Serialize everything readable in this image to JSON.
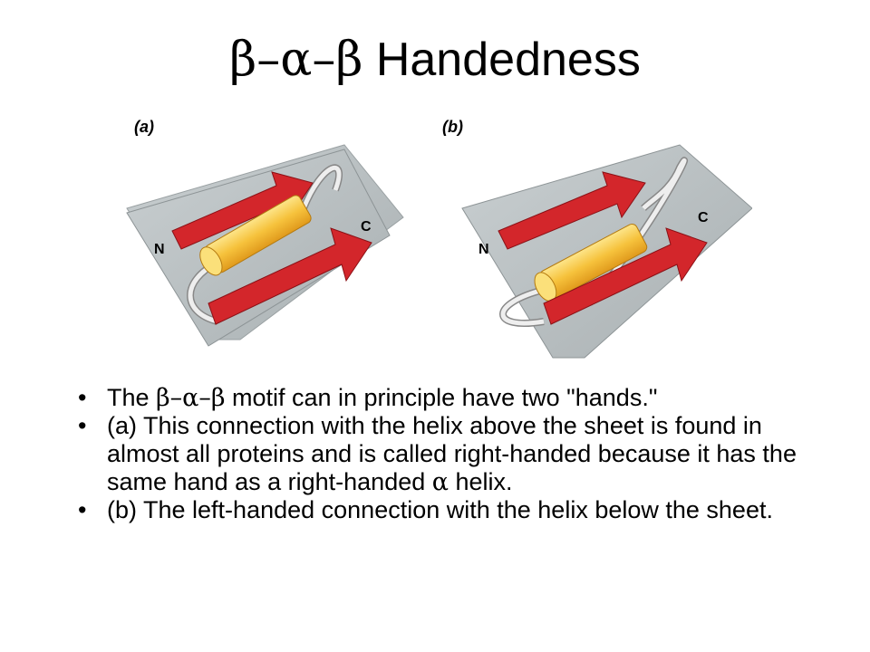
{
  "title": {
    "greek": "β–α–β",
    "text": " Handedness"
  },
  "figure": {
    "panel_a": {
      "label": "(a)",
      "n_label": "N",
      "c_label": "C"
    },
    "panel_b": {
      "label": "(b)",
      "n_label": "N",
      "c_label": "C"
    },
    "colors": {
      "sheet": "#b9c0c2",
      "strand": "#d3262b",
      "helix": "#f6c23c",
      "loop": "#e8e8e8"
    }
  },
  "bullets": [
    {
      "pre": "The ",
      "greek": "β–α–β",
      "post": " motif can in principle have two \"hands.\""
    },
    {
      "pre": "(a) This connection with the helix above the sheet is found in almost all proteins and is called right-handed because it has the same hand as a right-handed ",
      "greek": "α",
      "post": " helix."
    },
    {
      "pre": "(b) The left-handed connection with the helix below the sheet.",
      "greek": "",
      "post": ""
    }
  ],
  "bullet_char": "•"
}
